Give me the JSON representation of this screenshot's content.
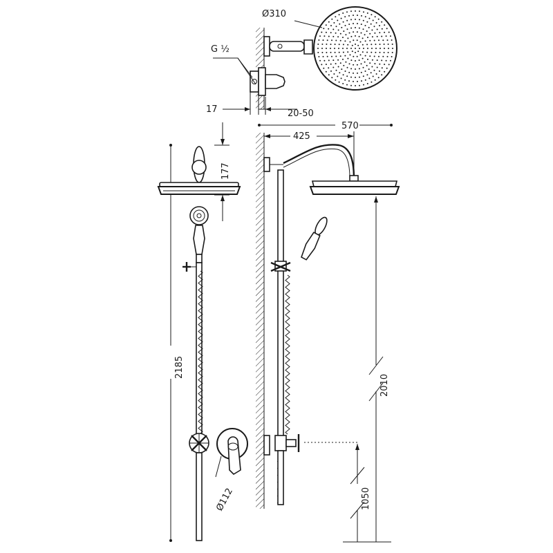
{
  "dimensions": {
    "head_diameter": "Ø310",
    "thread": "G ½",
    "wall_offset": "17",
    "arm_adjust": "20-50",
    "arm_total": "570",
    "arm_projection": "425",
    "head_height": "177",
    "overall_height": "2185",
    "head_floor_height": "2010",
    "mixer_height": "1050",
    "escutcheon_diameter": "Ø112"
  },
  "colors": {
    "line": "#1a1a1a",
    "background": "#ffffff"
  }
}
